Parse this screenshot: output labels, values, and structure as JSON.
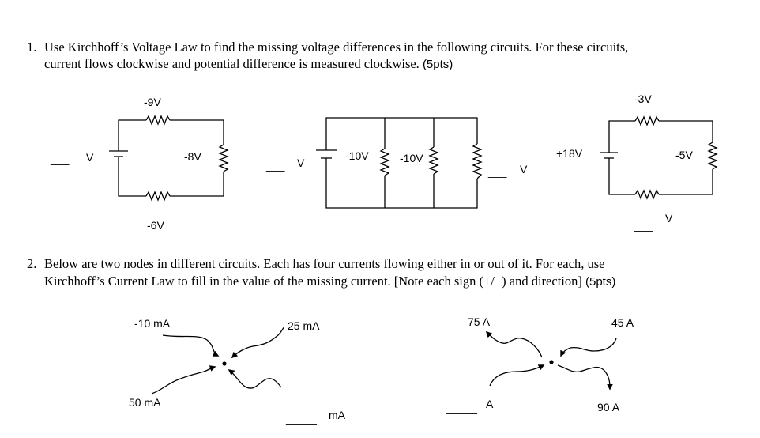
{
  "q1": {
    "number": "1.",
    "line1": "Use Kirchhoff’s Voltage Law to find the missing voltage differences in the following circuits. For these circuits,",
    "line2": "current flows clockwise and potential difference is measured clockwise.",
    "points": "(5pts)"
  },
  "circuit1": {
    "top": "-9V",
    "right": "-8V",
    "bottom": "-6V",
    "blank": "___",
    "unit": "V"
  },
  "circuit2": {
    "blank_left": "___",
    "unit_left": "V",
    "r1": "-10V",
    "r2": "-10V",
    "blank_right": "___",
    "unit_right": "V"
  },
  "circuit3": {
    "top": "-3V",
    "battery": "+18V",
    "right": "-5V",
    "blank": "___",
    "unit": "V"
  },
  "q2": {
    "number": "2.",
    "line1": "Below are two nodes in different circuits. Each has four currents flowing either in or out of it. For each, use",
    "line2": "Kirchhoff’s Current Law to fill in the value of the missing current. [Note each sign (+/−) and direction]",
    "points": "(5pts)"
  },
  "node1": {
    "tl": "-10 mA",
    "tr": "25 mA",
    "bl": "50 mA",
    "blank": "_____",
    "unit": "mA"
  },
  "node2": {
    "tl": "75 A",
    "tr": "45 A",
    "br": "90 A",
    "blank": "_____",
    "unit": "A"
  }
}
